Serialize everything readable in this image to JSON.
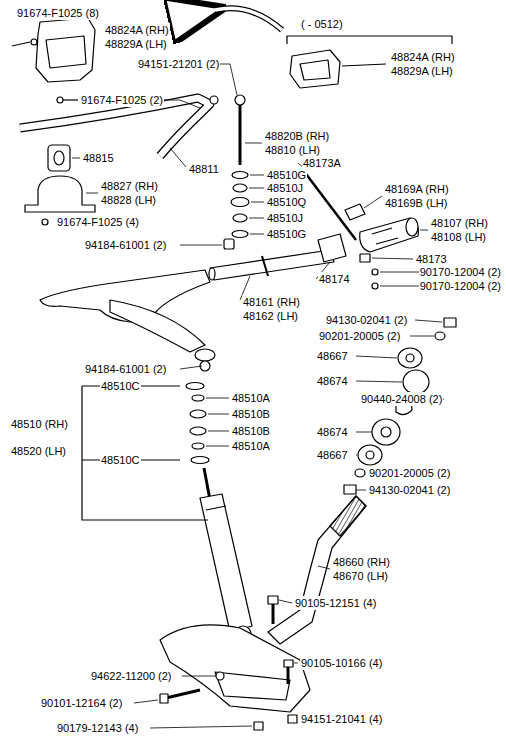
{
  "diagram": {
    "labels": [
      "91674-F1025 (8)",
      "48824A (RH)",
      "48829A (LH)",
      "( - 0512)",
      "48824A (RH)",
      "48829A (LH)",
      "94151-21201 (2)",
      "91674-F1025 (2)",
      "48820B (RH)",
      "48810 (LH)",
      "48815",
      "48811",
      "48173A",
      "48510G",
      "48510J",
      "48827 (RH)",
      "48828 (LH)",
      "48510Q",
      "48169A (RH)",
      "48169B (LH)",
      "48510J",
      "91674-F1025 (4)",
      "48107 (RH)",
      "48108 (LH)",
      "48510G",
      "94184-61001 (2)",
      "48173",
      "90170-12004 (2)",
      "48174",
      "90170-12004 (2)",
      "48161 (RH)",
      "48162 (LH)",
      "94130-02041 (2)",
      "90201-20005 (2)",
      "48667",
      "94184-61001 (2)",
      "48674",
      "48510C",
      "90440-24008 (2)",
      "48510A",
      "48510B",
      "48510 (RH)",
      "48520 (LH)",
      "48510B",
      "48674",
      "48510A",
      "48667",
      "48510C",
      "90201-20005 (2)",
      "94130-02041 (2)",
      "48660 (RH)",
      "48670 (LH)",
      "90105-12151 (4)",
      "90105-10166 (4)",
      "94622-11200 (2)",
      "90101-12164 (2)",
      "90179-12143 (4)",
      "94151-21041 (4)"
    ]
  }
}
